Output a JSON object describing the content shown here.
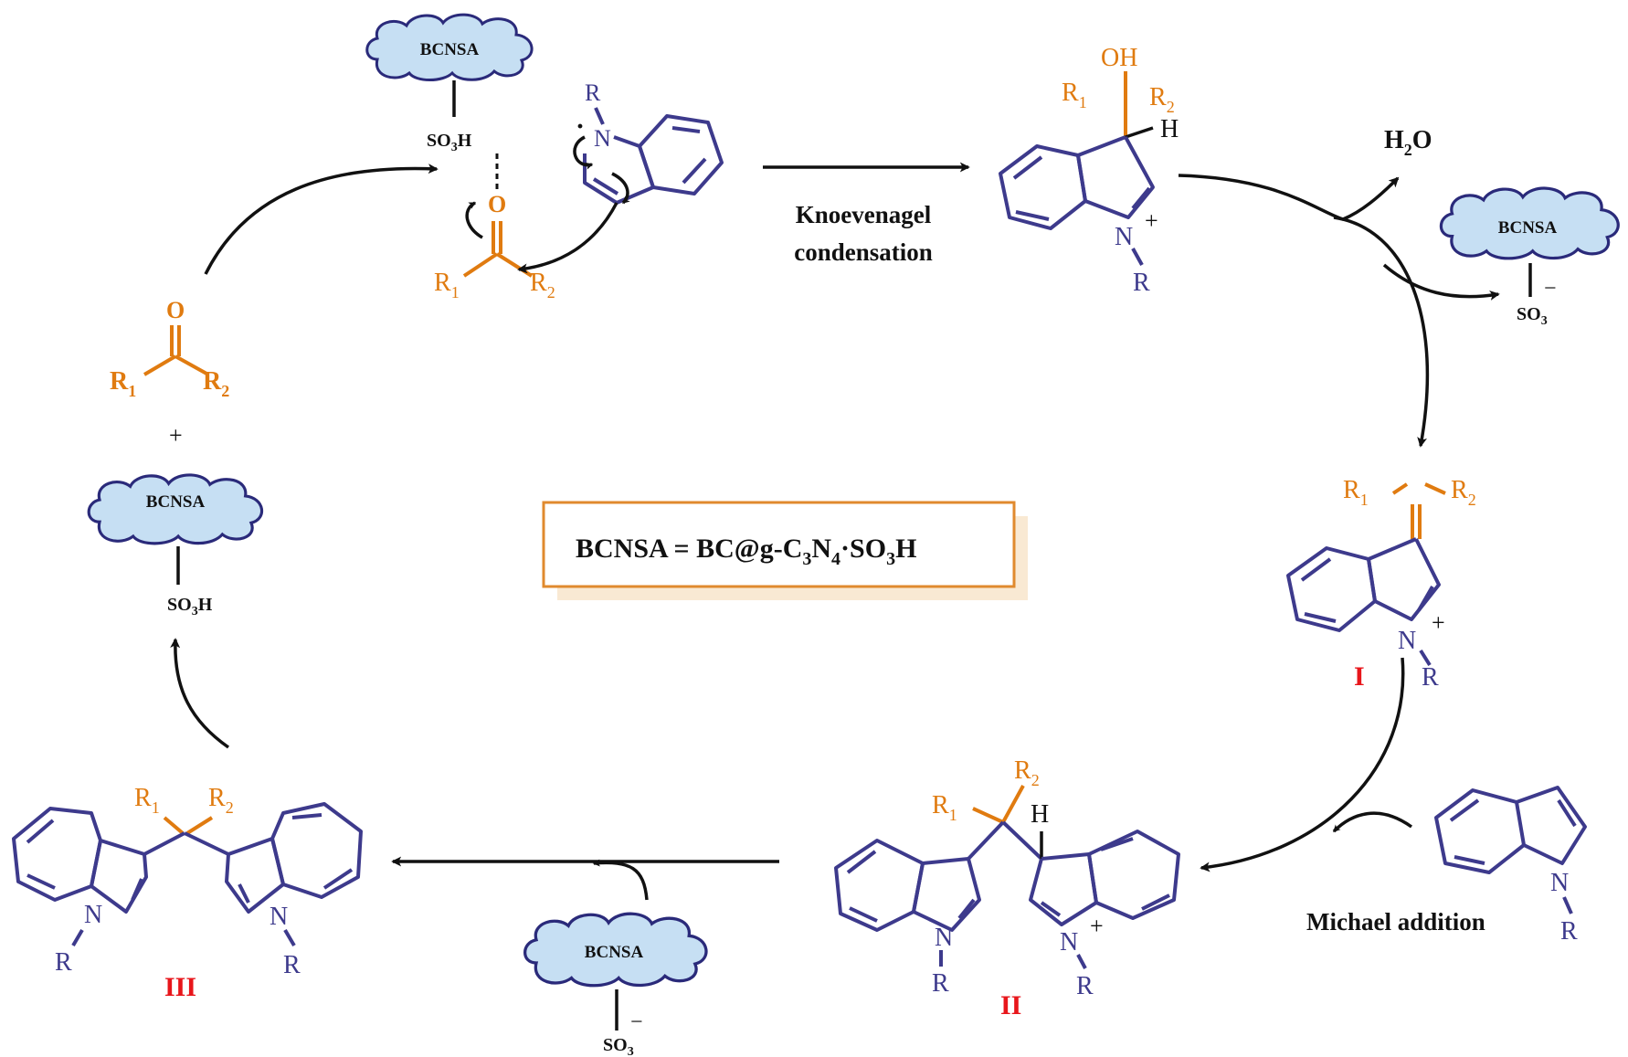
{
  "catalyst": {
    "name": "BCNSA",
    "acid": "SO",
    "acid_sub": "3",
    "acid_h": "H",
    "anion_sub": "3",
    "anion_charge": "−"
  },
  "definition": {
    "lhs": "BCNSA = BC@g-C",
    "c_sub": "3",
    "n": "N",
    "n_sub": "4",
    "tail": "·SO",
    "s_sub": "3",
    "h": "H"
  },
  "steps": {
    "knoevenagel_1": "Knoevenagel",
    "knoevenagel_2": "condensation",
    "michael": "Michael addition"
  },
  "byproduct": {
    "h": "H",
    "sub": "2",
    "o": "O"
  },
  "atoms": {
    "r": "R",
    "n": "N",
    "o": "O",
    "oh": "OH",
    "h": "H",
    "r1": "R",
    "r1_sub": "1",
    "r2": "R",
    "r2_sub": "2",
    "plus": "+",
    "dot": "·"
  },
  "intermediates": {
    "i": "I",
    "ii": "II",
    "iii": "III"
  },
  "colors": {
    "indole": "#3d3a8c",
    "carbonyl": "#e07b10",
    "label_red": "#e8161b",
    "cloud_fill": "#c6dff3",
    "box_border": "#e08a2e"
  }
}
